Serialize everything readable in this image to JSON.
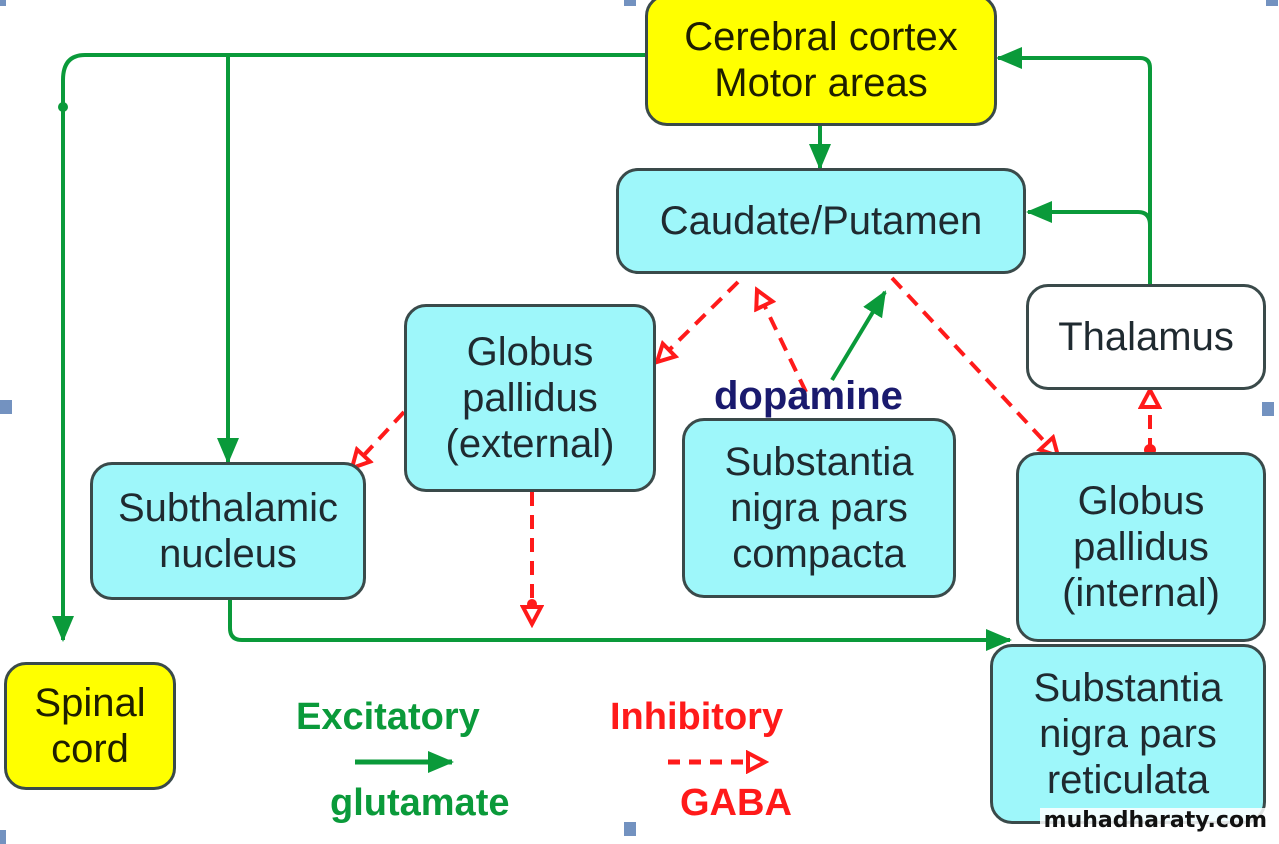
{
  "diagram": {
    "nodes": {
      "cortex": "Cerebral  cortex\nMotor  areas",
      "caudate": "Caudate/Putamen",
      "thalamus": "Thalamus",
      "gpe": "Globus\npallidus\n(external)",
      "snc": "Substantia\nnigra  pars\ncompacta",
      "subthalamic": "Subthalamic\nnucleus",
      "gpi": "Globus\npallidus\n(internal)",
      "snr": "Substantia\nnigra  pars\nreticulata",
      "spinal": "Spinal\ncord"
    },
    "labels": {
      "dopamine": "dopamine"
    },
    "legend": {
      "excitatory_title": "Excitatory",
      "excitatory_sub": "glutamate",
      "inhibitory_title": "Inhibitory",
      "inhibitory_sub": "GABA"
    },
    "colors": {
      "excitatory": "#0a9a3a",
      "inhibitory": "#ff1a1a",
      "dopamine_text": "#1a1a6e",
      "cortex_fill": "#ffff00",
      "nucleus_fill": "#9ef7fa"
    }
  },
  "watermark": "muhadharaty.com"
}
